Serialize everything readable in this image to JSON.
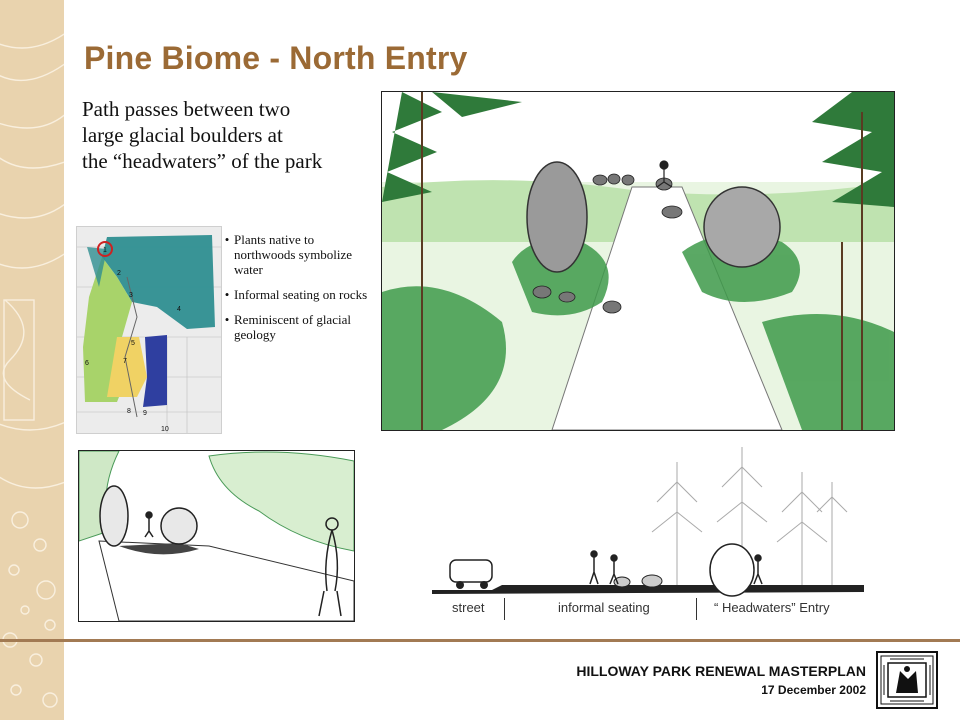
{
  "slide": {
    "title": "Pine Biome - North Entry",
    "subtitle_lines": [
      "Path passes between two",
      "large glacial boulders at",
      "the “headwaters” of the park"
    ]
  },
  "bullets": [
    "Plants native to northwoods symbolize water",
    "Informal seating on rocks",
    "Reminiscent of glacial geology"
  ],
  "map": {
    "labels": [
      "1",
      "2",
      "3",
      "4",
      "5",
      "6",
      "7",
      "8",
      "9",
      "10"
    ],
    "colors": {
      "water": "#2f8f91",
      "meadow": "#a8d36a",
      "pond": "#2f3fa0",
      "highlight": "#cc2222"
    }
  },
  "section_labels": {
    "street": "street",
    "seating": "informal seating",
    "entry": "“ Headwaters” Entry"
  },
  "footer": {
    "title": "HILLOWAY PARK RENEWAL MASTERPLAN",
    "date": "17 December  2002"
  },
  "colors": {
    "title": "#9b6a35",
    "rule": "#a27a53",
    "strip": "#e9d3ae"
  }
}
